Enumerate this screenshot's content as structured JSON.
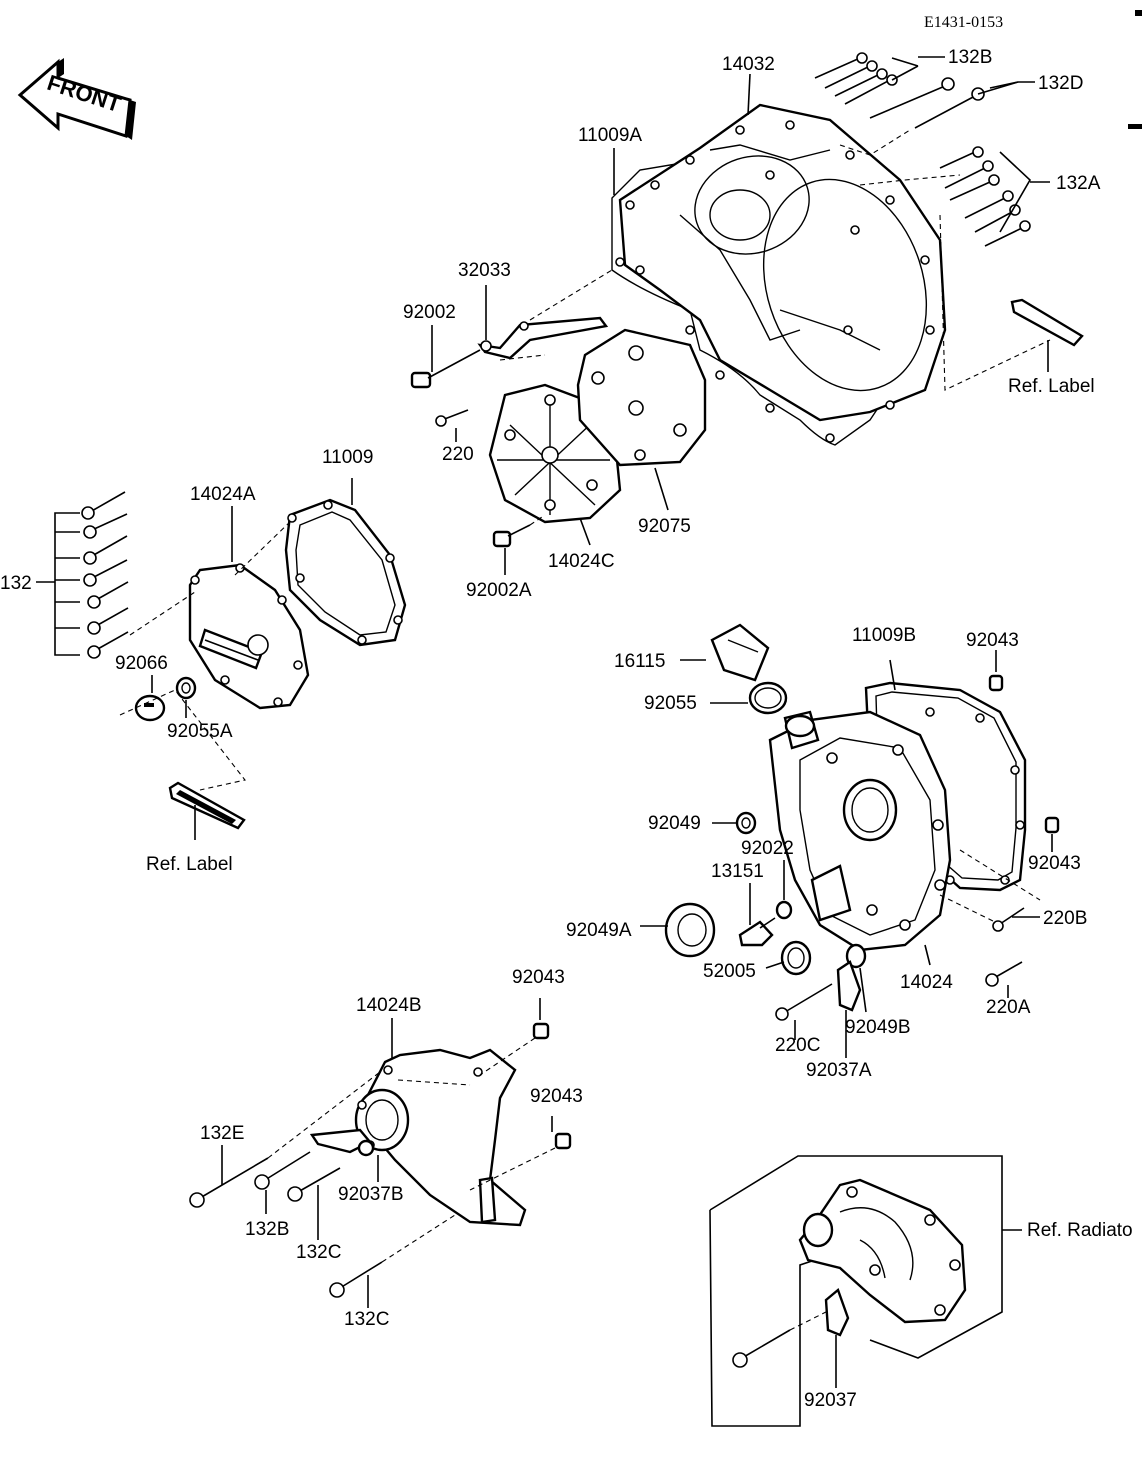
{
  "diagram_code": "E1431-0153",
  "front_label": "FRONT",
  "labels": {
    "l_14032": "14032",
    "l_132B_top": "132B",
    "l_132D": "132D",
    "l_11009A": "11009A",
    "l_132A": "132A",
    "l_32033": "32033",
    "l_92002": "92002",
    "l_220": "220",
    "l_ref_label_top": "Ref. Label",
    "l_11009": "11009",
    "l_14024A": "14024A",
    "l_132": "132",
    "l_92066": "92066",
    "l_92055A": "92055A",
    "l_ref_label_left": "Ref. Label",
    "l_92075": "92075",
    "l_14024C": "14024C",
    "l_92002A": "92002A",
    "l_16115": "16115",
    "l_92055": "92055",
    "l_11009B": "11009B",
    "l_92043_a": "92043",
    "l_92049": "92049",
    "l_92022": "92022",
    "l_13151": "13151",
    "l_92043_b": "92043",
    "l_92049A": "92049A",
    "l_220B": "220B",
    "l_52005": "52005",
    "l_14024": "14024",
    "l_220A": "220A",
    "l_220C": "220C",
    "l_92049B": "92049B",
    "l_92037A": "92037A",
    "l_92043_c": "92043",
    "l_14024B": "14024B",
    "l_92043_d": "92043",
    "l_132E": "132E",
    "l_92037B": "92037B",
    "l_132B_bottom": "132B",
    "l_132C_a": "132C",
    "l_132C_b": "132C",
    "l_ref_radiator": "Ref. Radiato",
    "l_92037": "92037"
  }
}
